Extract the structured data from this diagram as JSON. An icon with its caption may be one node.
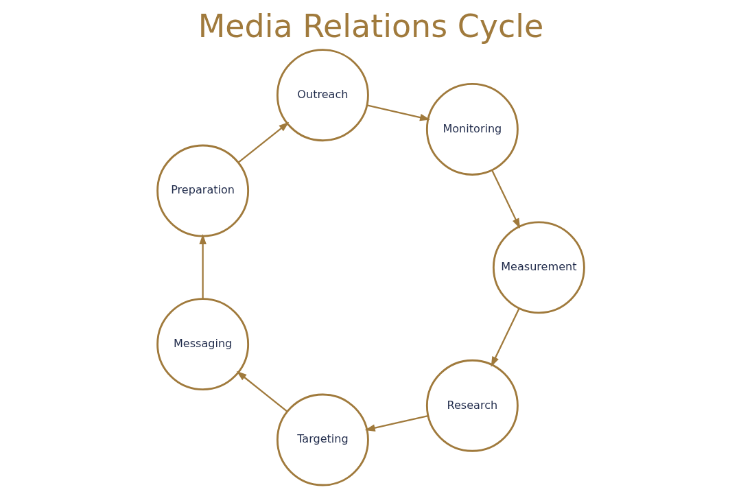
{
  "diagram": {
    "title": "Media Relations Cycle",
    "nodes": [
      {
        "text": [
          "Research"
        ]
      },
      {
        "text": [
          "Targeting"
        ]
      },
      {
        "text": [
          "Messaging"
        ]
      },
      {
        "text": [
          "Preparation"
        ]
      },
      {
        "text": [
          "Outreach"
        ]
      },
      {
        "text": [
          "Monitoring"
        ]
      },
      {
        "text": [
          "Measurement"
        ]
      }
    ],
    "edges": [
      {
        "from": 0,
        "to": 1,
        "arrow": "to"
      },
      {
        "from": 1,
        "to": 2,
        "arrow": "to"
      },
      {
        "from": 2,
        "to": 3,
        "arrow": "to"
      },
      {
        "from": 3,
        "to": 4,
        "arrow": "to"
      },
      {
        "from": 4,
        "to": 5,
        "arrow": "to"
      },
      {
        "from": 5,
        "to": 6,
        "arrow": "to"
      },
      {
        "from": 6,
        "to": 0,
        "arrow": "to"
      }
    ]
  }
}
